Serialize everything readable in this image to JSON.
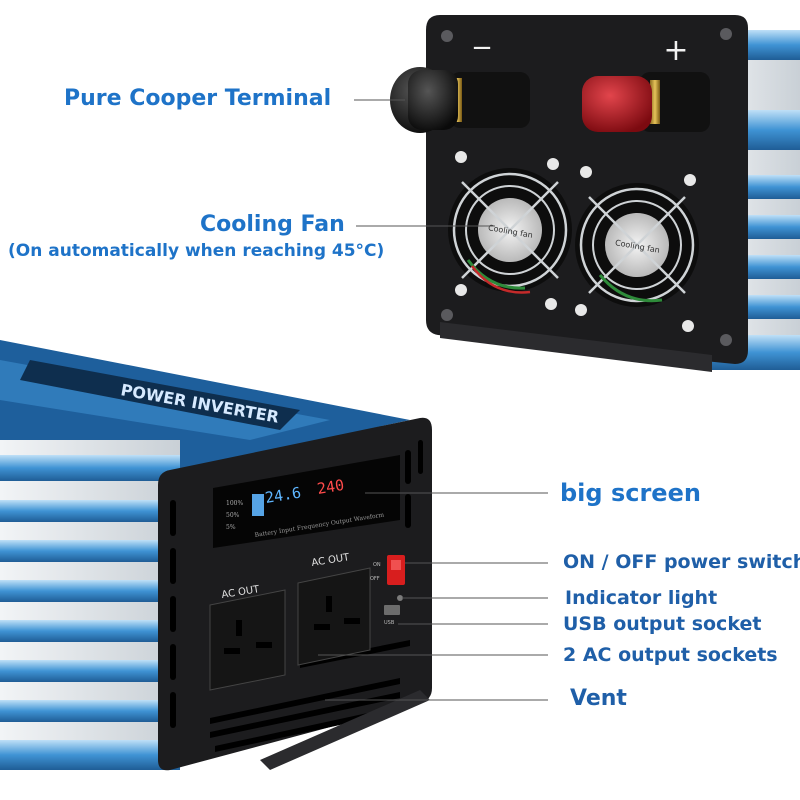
{
  "colors": {
    "callout_blue": "#1e73c8",
    "callout_dark_blue": "#1f5fa8",
    "panel_black": "#1c1c1e",
    "body_blue": "#3a8fd0",
    "terminal_red": "#b0141c",
    "lcd_blue": "#5fb6ff",
    "lcd_red": "#ff4b4b",
    "switch_red": "#d81e1e"
  },
  "top_view": {
    "terminal_negative_symbol": "−",
    "terminal_positive_symbol": "+",
    "fan_sticker_text": "Cooling fan"
  },
  "bottom_view": {
    "lcd": {
      "battery_levels": [
        "100%",
        "50%",
        "5%"
      ],
      "voltage_reading": "24.6",
      "output_reading": "240",
      "caption": "Battery Input Frequency Output Waveform"
    },
    "socket_labels": [
      "AC OUT",
      "AC OUT"
    ],
    "switch_labels": [
      "ON",
      "OFF"
    ],
    "usb_label": "USB",
    "brand_strip": "POWER INVERTER"
  },
  "callouts": {
    "terminal": "Pure Cooper Terminal",
    "fan": "Cooling Fan",
    "fan_note": "(On automatically when reaching 45°C)",
    "screen": "big screen",
    "switch": "ON / OFF power switch",
    "indicator": "Indicator light",
    "usb": "USB output socket",
    "ac_sockets": "2 AC output sockets",
    "vent": "Vent"
  }
}
